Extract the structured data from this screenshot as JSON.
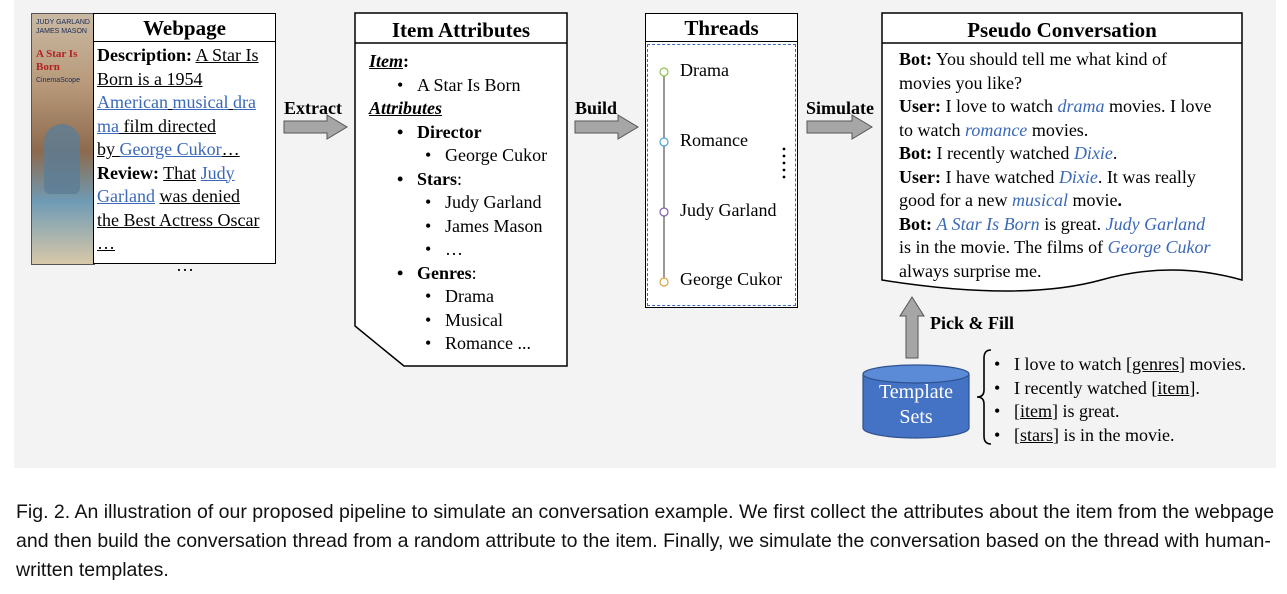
{
  "webpage": {
    "title": "Webpage",
    "poster_lines": [
      "JUDY GARLAND",
      "JAMES MASON",
      "A Star Is Born",
      "CinemaScope"
    ],
    "desc_label": "Description:",
    "desc_1": "A Star Is",
    "desc_2": "Born is a 1954",
    "desc_link_1": "American",
    "desc_link_2": "musical",
    "desc_link_3": "dra",
    "desc_link_4": "ma",
    "desc_3": "film directed",
    "desc_4": "by",
    "desc_link_5": "George Cukor",
    "desc_ellipsis": "…",
    "review_label": "Review:",
    "review_1": "That",
    "review_link_1": "Judy",
    "review_link_2": "Garland",
    "review_2": "was denied",
    "review_3": "the Best Actress Oscar",
    "review_4": "…",
    "more": "…"
  },
  "attributes": {
    "title": "Item Attributes",
    "item_label": "Item",
    "colon": ":",
    "item_value": "A Star Is Born",
    "attributes_label": "Attributes",
    "director_label": "Director",
    "director_value": "George Cukor",
    "stars_label": "Stars",
    "stars": [
      "Judy Garland",
      "James Mason",
      "…"
    ],
    "genres_label": "Genres",
    "genres": [
      "Drama",
      "Musical",
      "Romance ..."
    ]
  },
  "threads": {
    "title": "Threads",
    "nodes": [
      {
        "label": "Drama",
        "color": "#8fbf4f"
      },
      {
        "label": "Romance",
        "color": "#4fa3d4"
      },
      {
        "label": "Judy Garland",
        "color": "#7b5ea7"
      },
      {
        "label": "George Cukor",
        "color": "#d9a441"
      }
    ]
  },
  "conversation": {
    "title": "Pseudo Conversation",
    "bot": "Bot:",
    "user": "User:",
    "l1_text": "You should tell me what kind of",
    "l2_text": "movies you like?",
    "l3_text": "I love to watch",
    "l3_link": "drama",
    "l3_text2": "movies. I love",
    "l4_text": "to watch",
    "l4_link": "romance",
    "l4_text2": "movies.",
    "l5_text": "I recently watched",
    "l5_link": "Dixie",
    "period": ".",
    "l6_text": "I have watched",
    "l6_link": "Dixie",
    "l6_text2": ". It was really",
    "l7_text": "good for a new",
    "l7_link": "musical",
    "l7_text2": "movie",
    "l8_link": "A Star Is Born",
    "l8_text": "is great.",
    "l8_link2": "Judy Garland",
    "l9_text": "is in the movie. The films of",
    "l9_link": "George Cukor",
    "l10_text": "always surprise me."
  },
  "arrows": {
    "extract": "Extract",
    "build": "Build",
    "simulate": "Simulate",
    "pick_fill": "Pick & Fill"
  },
  "templates": {
    "db_label_1": "Template",
    "db_label_2": "Sets",
    "t1_a": "I love to watch [",
    "t1_u": "genres",
    "t1_b": "] movies.",
    "t2_a": "I recently watched [",
    "t2_u": "item",
    "t2_b": "].",
    "t3_a": "[",
    "t3_u": "item",
    "t3_b": "] is great.",
    "t4_a": "[",
    "t4_u": "stars",
    "t4_b": "] is in the movie."
  },
  "caption": "Fig. 2.  An illustration of our proposed pipeline to simulate an conversation example. We first collect the attributes about the item from the webpage and then build the conversation thread from a random attribute to the item. Finally, we simulate the conversation based on the thread with human-written templates.",
  "colors": {
    "link": "#3b69b8",
    "arrow": "#a6a6a6",
    "database": "#4472c4"
  }
}
